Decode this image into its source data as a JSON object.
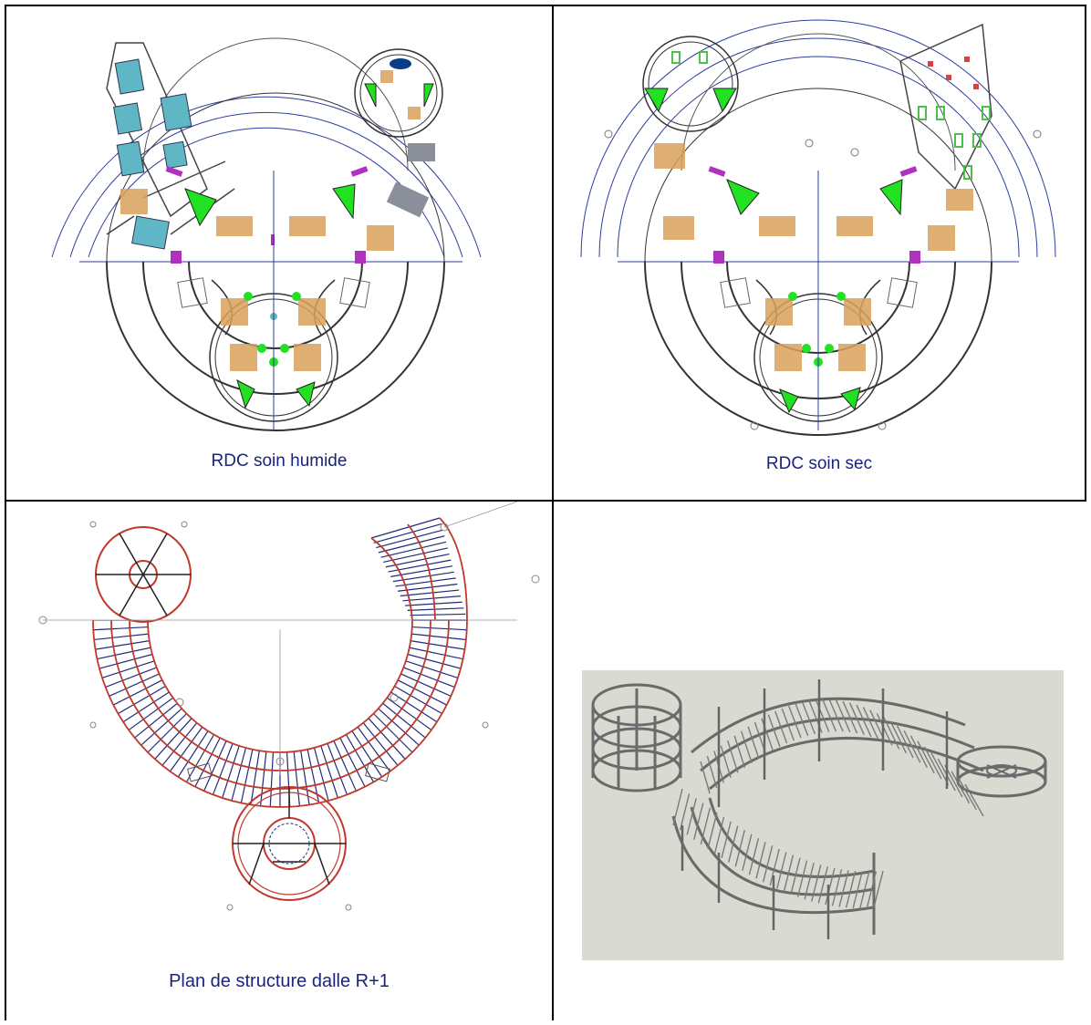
{
  "cells": [
    {
      "caption": "RDC soin humide",
      "kind": "floor-plan"
    },
    {
      "caption": "RDC soin sec",
      "kind": "floor-plan"
    },
    {
      "caption": "Plan de structure dalle R+1",
      "kind": "structure-plan"
    },
    {
      "caption": "",
      "kind": "3d-render"
    }
  ],
  "colors": {
    "caption": "#1a237e",
    "dimension_lines": "#2c3e9e",
    "walls": "#333333",
    "pool": "#5fb7c6",
    "green_rooms": "#22e022",
    "purple_stairs": "#b030c0",
    "furniture": "#d9a15a",
    "structure_red": "#c0392b",
    "structure_blue": "#1f2a7a",
    "render_bg": "#d9dbd3",
    "render_frame": "#6a6a6a"
  }
}
